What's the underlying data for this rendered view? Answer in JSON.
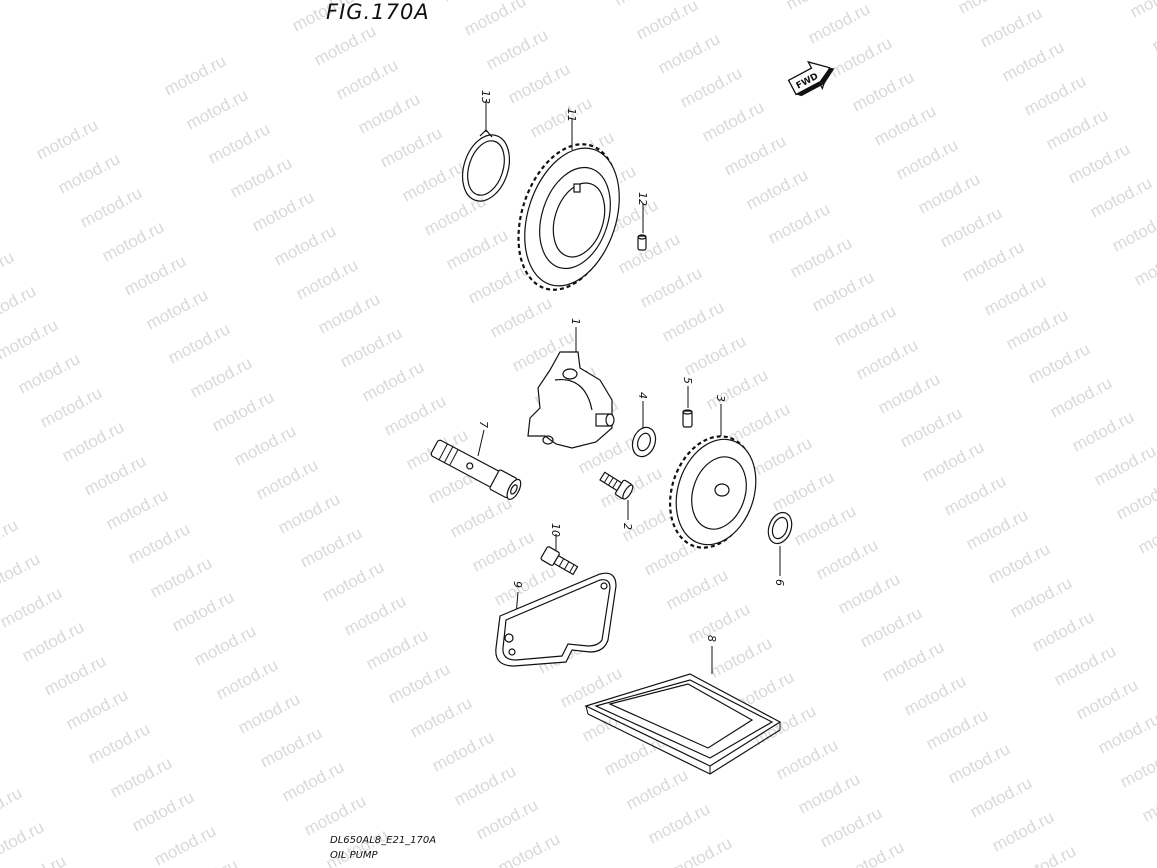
{
  "figure": {
    "title": "FIG.170A",
    "watermark": "motod.ru",
    "forward_label": "FWD",
    "footer_code": "DL650AL8_E21_170A",
    "footer_name": "OIL PUMP"
  },
  "callouts": {
    "c1": "1",
    "c2": "2",
    "c3": "3",
    "c4": "4",
    "c5": "5",
    "c6": "6",
    "c7": "7",
    "c8": "8",
    "c9": "9",
    "c10": "10",
    "c11": "11",
    "c12": "12",
    "c13": "13"
  }
}
